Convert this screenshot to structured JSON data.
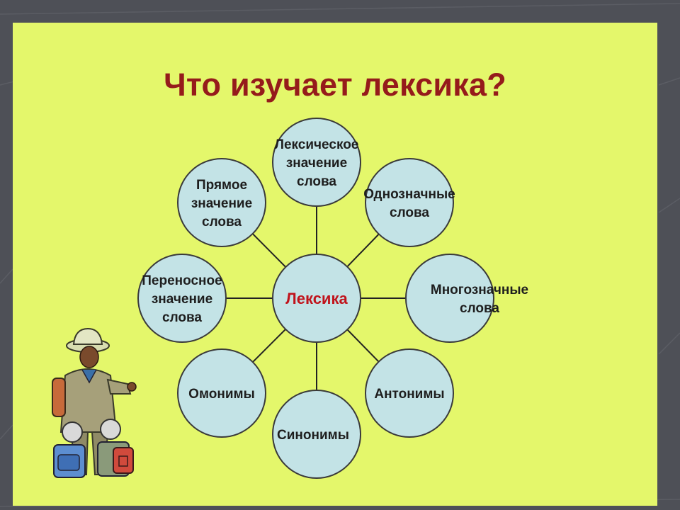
{
  "slide": {
    "title": "Что изучает лексика?",
    "background_color": "#e4f76b",
    "title_color": "#951b1b"
  },
  "diagram": {
    "center": {
      "label": "Лексика",
      "color": "#c0141c"
    },
    "nodes": [
      {
        "id": "lexical-meaning",
        "lines": [
          "Лексическое",
          "значение",
          "слова"
        ]
      },
      {
        "id": "monosemous",
        "lines": [
          "Однозначные",
          "слова"
        ]
      },
      {
        "id": "polysemous",
        "lines": [
          "Многозначные",
          "слова"
        ]
      },
      {
        "id": "antonyms",
        "lines": [
          "Антонимы"
        ]
      },
      {
        "id": "synonyms",
        "lines": [
          "Синонимы"
        ]
      },
      {
        "id": "homonyms",
        "lines": [
          "Омонимы"
        ]
      },
      {
        "id": "figurative-meaning",
        "lines": [
          "Переносное",
          "значение",
          "слова"
        ]
      },
      {
        "id": "direct-meaning",
        "lines": [
          "Прямое",
          "значение",
          "слова"
        ]
      }
    ],
    "circle_fill": "#c3e3e6",
    "line_color": "#222222"
  },
  "illustration": {
    "icon": "tourists-clipart-icon"
  }
}
